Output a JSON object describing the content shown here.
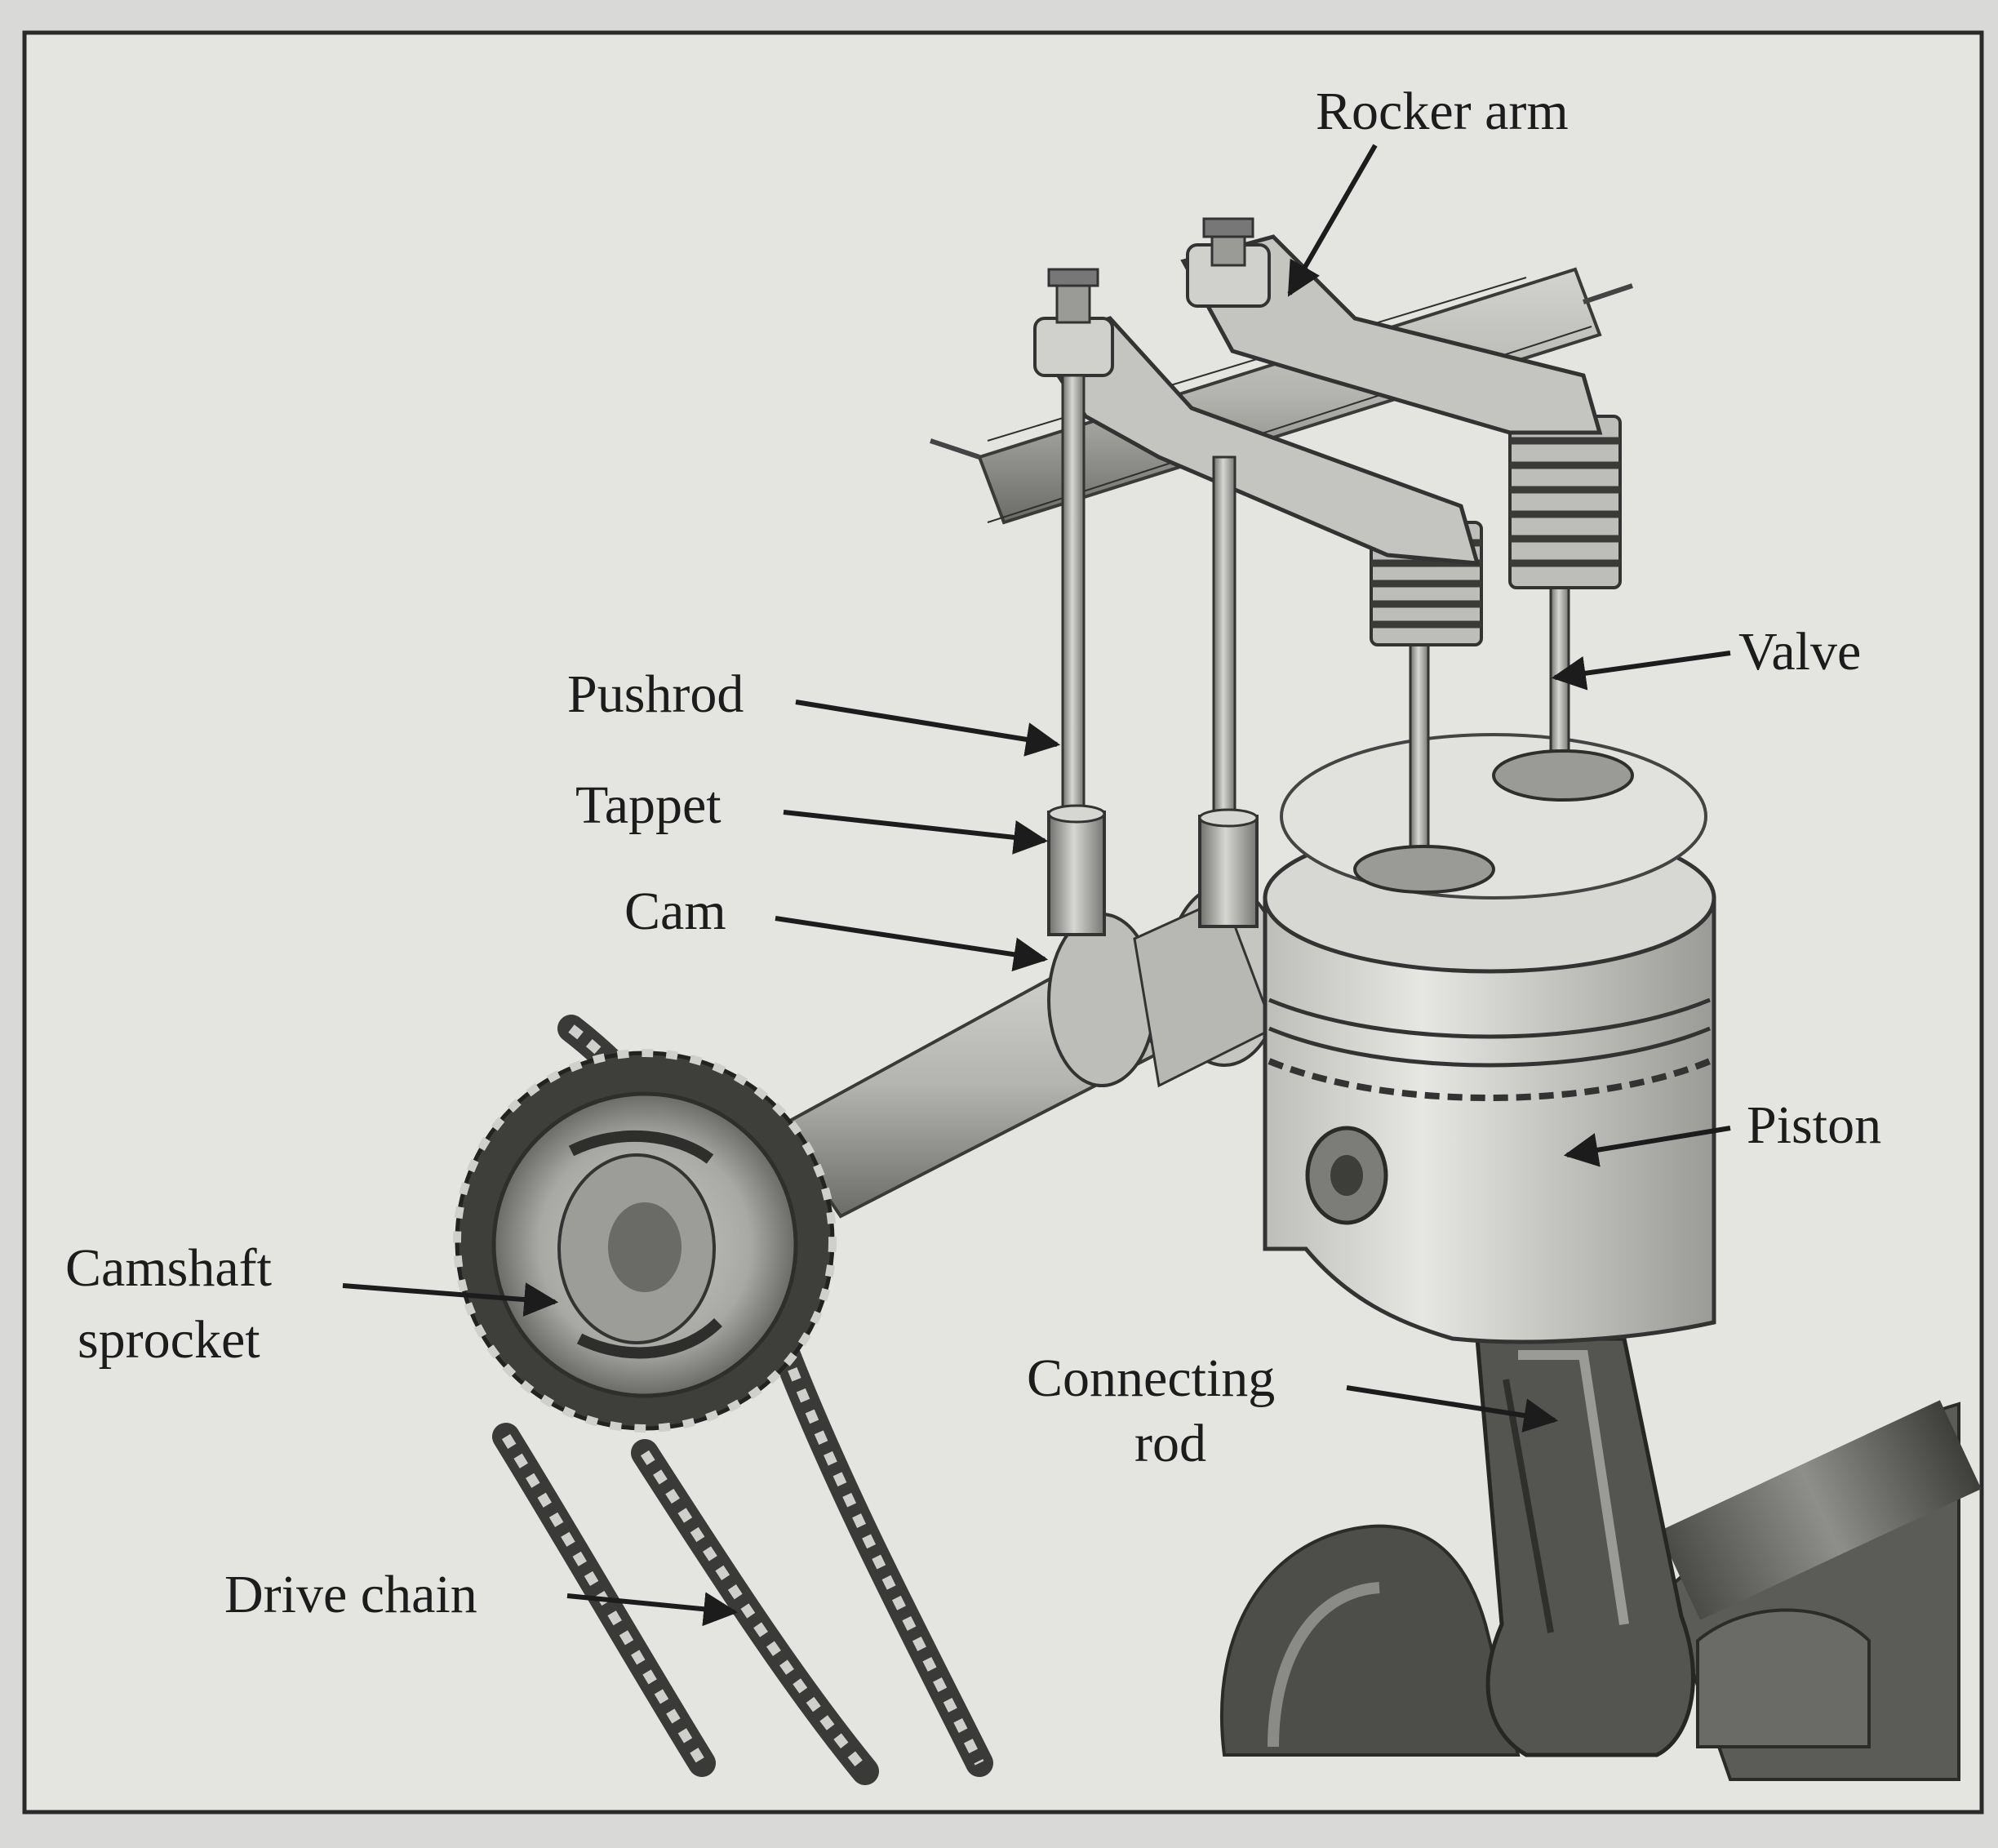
{
  "figure": {
    "labels": {
      "rocker_arm": "Rocker arm",
      "valve": "Valve",
      "pushrod": "Pushrod",
      "tappet": "Tappet",
      "cam": "Cam",
      "piston": "Piston",
      "camshaft_sprocket_line1": "Camshaft",
      "camshaft_sprocket_line2": "sprocket",
      "connecting_rod_line1": "Connecting",
      "connecting_rod_line2": "rod",
      "drive_chain": "Drive chain"
    },
    "colors": {
      "paper": "#d9d9d7",
      "panel": "#e4e4e1",
      "ink": "#1c1c1c",
      "metal_light": "#cfcfcc",
      "metal_mid": "#a6a6a2",
      "metal_dark": "#5a5a57"
    }
  }
}
